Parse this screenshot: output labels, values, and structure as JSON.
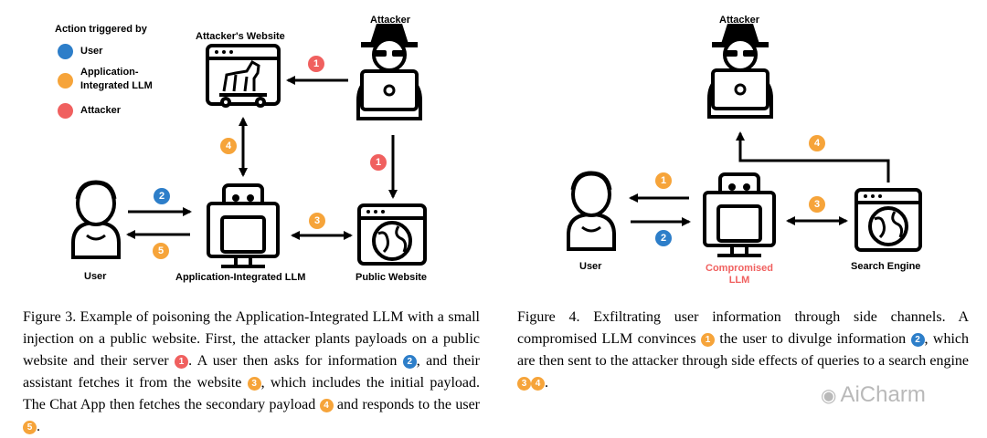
{
  "colors": {
    "user": "#2d7ec9",
    "llm": "#f6a43a",
    "attacker": "#f0605f",
    "compromised": "#f0605f"
  },
  "figure3": {
    "legend": {
      "title": "Action triggered by",
      "items": [
        {
          "label": "User",
          "color": "#2d7ec9"
        },
        {
          "label": "Application-\nIntegrated LLM",
          "color": "#f6a43a"
        },
        {
          "label": "Attacker",
          "color": "#f0605f"
        }
      ]
    },
    "nodes": {
      "attackers_website": "Attacker's Website",
      "attacker": "Attacker",
      "user": "User",
      "llm": "Application-Integrated LLM",
      "public_website": "Public Website"
    },
    "steps": [
      "1",
      "1",
      "2",
      "3",
      "4",
      "5"
    ],
    "caption": {
      "p1": "Figure 3. Example of poisoning the Application-Integrated LLM with a small injection on a public website. First, the attacker plants payloads on a public website and their server ",
      "b1": "1",
      "p2": ". A user then asks for information ",
      "b2": "2",
      "p3": ", and their assistant fetches it from the website ",
      "b3": "3",
      "p4": ", which includes the initial payload. The Chat App then fetches the secondary payload ",
      "b4": "4",
      "p5": " and responds to the user ",
      "b5": "5",
      "p6": "."
    }
  },
  "figure4": {
    "nodes": {
      "attacker": "Attacker",
      "user": "User",
      "compromised_llm": "Compromised\nLLM",
      "search_engine": "Search Engine"
    },
    "steps": [
      "1",
      "2",
      "3",
      "4"
    ],
    "caption": {
      "p1": "Figure 4. Exfiltrating user information through side channels. A compromised LLM convinces ",
      "b1": "1",
      "p2": " the user to divulge information ",
      "b2": "2",
      "p3": ", which are then sent to the attacker through side effects of queries to a search engine ",
      "b3": "3",
      "b4": "4",
      "p4": "."
    }
  },
  "watermark": "AiCharm"
}
